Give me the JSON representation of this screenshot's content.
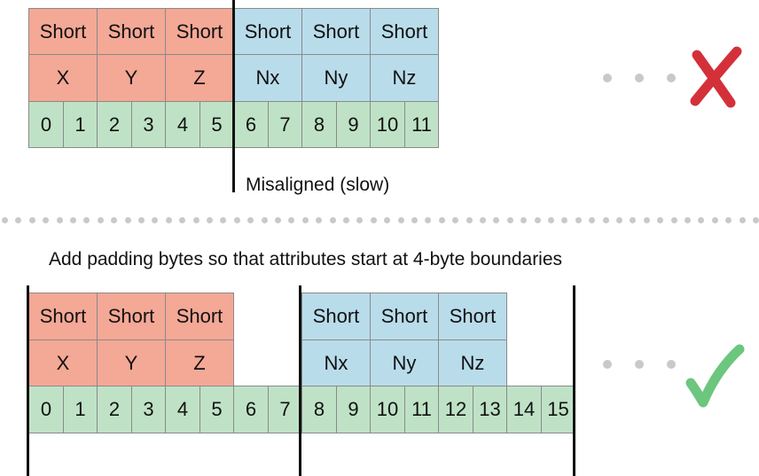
{
  "top": {
    "attributes": [
      {
        "type": "Short",
        "name": "X",
        "group": "position"
      },
      {
        "type": "Short",
        "name": "Y",
        "group": "position"
      },
      {
        "type": "Short",
        "name": "Z",
        "group": "position"
      },
      {
        "type": "Short",
        "name": "Nx",
        "group": "normal"
      },
      {
        "type": "Short",
        "name": "Ny",
        "group": "normal"
      },
      {
        "type": "Short",
        "name": "Nz",
        "group": "normal"
      }
    ],
    "bytes": [
      "0",
      "1",
      "2",
      "3",
      "4",
      "5",
      "6",
      "7",
      "8",
      "9",
      "10",
      "11"
    ],
    "caption": "Misaligned (slow)",
    "status_icon": "cross-icon"
  },
  "instruction": "Add padding bytes so that attributes start at 4-byte boundaries",
  "bottom": {
    "attributes": [
      {
        "type": "Short",
        "name": "X",
        "group": "position"
      },
      {
        "type": "Short",
        "name": "Y",
        "group": "position"
      },
      {
        "type": "Short",
        "name": "Z",
        "group": "position"
      },
      {
        "type": "Short",
        "name": "Nx",
        "group": "normal"
      },
      {
        "type": "Short",
        "name": "Ny",
        "group": "normal"
      },
      {
        "type": "Short",
        "name": "Nz",
        "group": "normal"
      }
    ],
    "bytes": [
      "0",
      "1",
      "2",
      "3",
      "4",
      "5",
      "6",
      "7",
      "8",
      "9",
      "10",
      "11",
      "12",
      "13",
      "14",
      "15"
    ],
    "status_icon": "check-icon"
  },
  "colors": {
    "position": "#f4a896",
    "normal": "#b9dceb",
    "byte": "#bfe2c6",
    "cross": "#d4303a",
    "check": "#6cc67e"
  }
}
